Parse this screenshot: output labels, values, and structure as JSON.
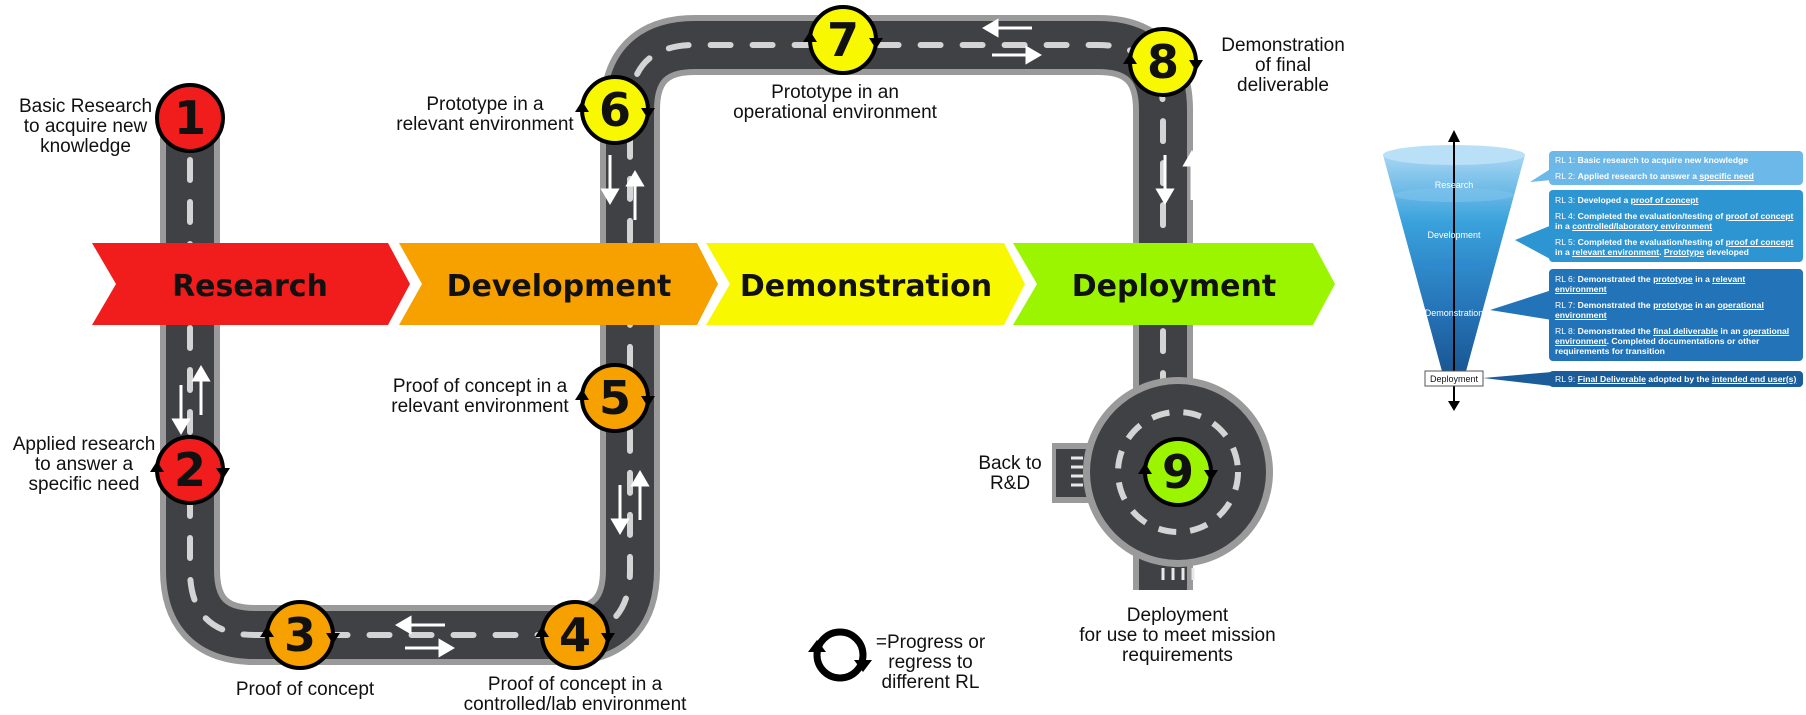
{
  "stages": [
    {
      "label": "Research",
      "color": "#f11c1c"
    },
    {
      "label": "Development",
      "color": "#f7a100"
    },
    {
      "label": "Demonstration",
      "color": "#f8f800"
    },
    {
      "label": "Deployment",
      "color": "#9cf500"
    }
  ],
  "milestones": [
    {
      "num": "1",
      "color": "#f11c1c",
      "label": "Basic Research to acquire new knowledge"
    },
    {
      "num": "2",
      "color": "#f11c1c",
      "label": "Applied research to answer a specific need"
    },
    {
      "num": "3",
      "color": "#f7a100",
      "label": "Proof of concept"
    },
    {
      "num": "4",
      "color": "#f7a100",
      "label": "Proof of concept in a controlled/lab environment"
    },
    {
      "num": "5",
      "color": "#f7a100",
      "label": "Proof of concept in a relevant environment"
    },
    {
      "num": "6",
      "color": "#f8f800",
      "label": "Prototype in a relevant environment"
    },
    {
      "num": "7",
      "color": "#f8f800",
      "label": "Prototype in an operational environment"
    },
    {
      "num": "8",
      "color": "#f8f800",
      "label": "Demonstration of final deliverable"
    },
    {
      "num": "9",
      "color": "#9cf500",
      "label": "Deployment for use to meet mission requirements"
    }
  ],
  "labels": {
    "m1": [
      "Basic Research",
      "to acquire new",
      "knowledge"
    ],
    "m2": [
      "Applied research",
      "to answer a",
      "specific need"
    ],
    "m3": [
      "Proof of concept"
    ],
    "m4": [
      "Proof of concept in a",
      "controlled/lab environment"
    ],
    "m5": [
      "Proof of concept in a",
      "relevant environment"
    ],
    "m6": [
      "Prototype in a",
      "relevant environment"
    ],
    "m7": [
      "Prototype in an",
      "operational environment"
    ],
    "m8": [
      "Demonstration",
      "of final",
      "deliverable"
    ],
    "m9": [
      "Deployment",
      "for use to meet mission",
      "requirements"
    ],
    "back": [
      "Back to",
      "R&D"
    ]
  },
  "legend": {
    "lines": [
      "=Progress or",
      "regress to",
      "different RL"
    ]
  },
  "funnel": {
    "levels": [
      "Research",
      "Development",
      "Demonstration",
      "Deployment"
    ],
    "colors": {
      "light": "#6cb8e8",
      "mid": "#2e95d3",
      "deep": "#2373b8",
      "darkest": "#1b5d9a"
    }
  },
  "rl_groups": [
    {
      "items": [
        {
          "id": "RL 1:",
          "parts": [
            {
              "t": "Basic research to acquire new knowledge",
              "u": false
            }
          ]
        },
        {
          "id": "RL 2:",
          "parts": [
            {
              "t": "Applied research to answer a ",
              "u": false
            },
            {
              "t": "specific need",
              "u": true
            }
          ]
        }
      ]
    },
    {
      "items": [
        {
          "id": "RL 3:",
          "parts": [
            {
              "t": "Developed a ",
              "u": false
            },
            {
              "t": "proof of concept",
              "u": true
            }
          ]
        },
        {
          "id": "RL 4:",
          "parts": [
            {
              "t": "Completed the evaluation/testing of ",
              "u": false
            },
            {
              "t": "proof of concept",
              "u": true
            },
            {
              "t": " in a ",
              "u": false
            },
            {
              "t": "controlled/laboratory environment",
              "u": true
            }
          ]
        },
        {
          "id": "RL 5:",
          "parts": [
            {
              "t": "Completed the evaluation/testing of ",
              "u": false
            },
            {
              "t": "proof of concept",
              "u": true
            },
            {
              "t": " in a ",
              "u": false
            },
            {
              "t": "relevant environment",
              "u": true
            },
            {
              "t": ". ",
              "u": false
            },
            {
              "t": "Prototype",
              "u": true
            },
            {
              "t": " developed",
              "u": false
            }
          ]
        }
      ]
    },
    {
      "items": [
        {
          "id": "RL 6:",
          "parts": [
            {
              "t": "Demonstrated the ",
              "u": false
            },
            {
              "t": "prototype",
              "u": true
            },
            {
              "t": " in a ",
              "u": false
            },
            {
              "t": "relevant environment",
              "u": true
            }
          ]
        },
        {
          "id": "RL 7:",
          "parts": [
            {
              "t": "Demonstrated the ",
              "u": false
            },
            {
              "t": "prototype",
              "u": true
            },
            {
              "t": " in an ",
              "u": false
            },
            {
              "t": "operational environment",
              "u": true
            }
          ]
        },
        {
          "id": "RL 8:",
          "parts": [
            {
              "t": "Demonstrated the ",
              "u": false
            },
            {
              "t": "final deliverable",
              "u": true
            },
            {
              "t": " in an ",
              "u": false
            },
            {
              "t": "operational environment",
              "u": true
            },
            {
              "t": ". Completed documentations or other requirements for transition",
              "u": false
            }
          ]
        }
      ]
    },
    {
      "items": [
        {
          "id": "RL 9:",
          "parts": [
            {
              "t": "Final Deliverable",
              "u": true
            },
            {
              "t": " adopted by the ",
              "u": false
            },
            {
              "t": "intended end user(s)",
              "u": true
            }
          ]
        }
      ]
    }
  ]
}
